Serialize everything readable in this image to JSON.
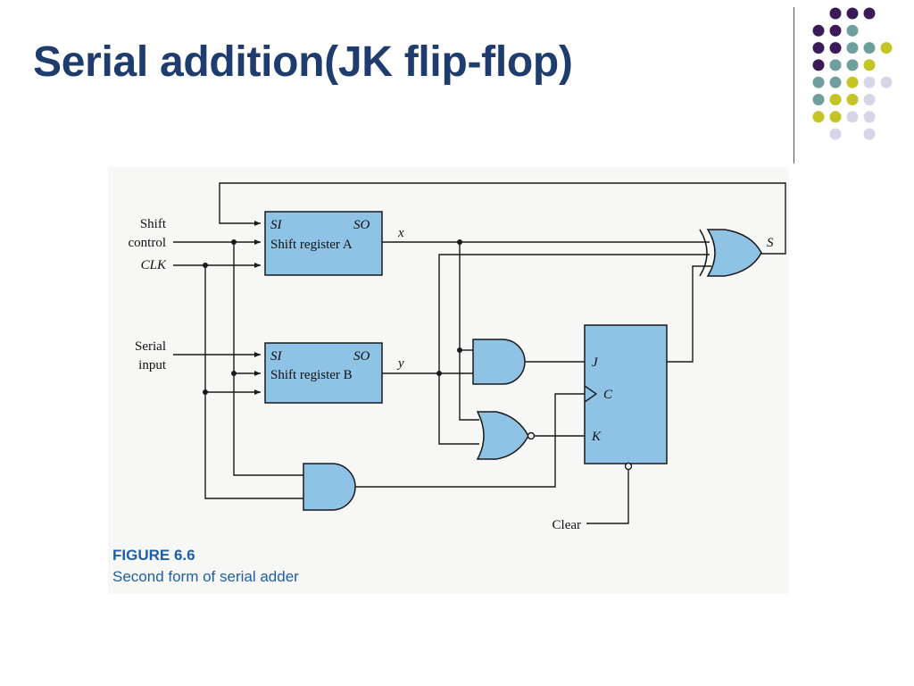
{
  "slide": {
    "title": "Serial addition(JK flip-flop)"
  },
  "decoration": {
    "colors": [
      "#3b1a5a",
      "#6e9f9c",
      "#c4c424",
      "#d6d6e8"
    ]
  },
  "diagram": {
    "inputs": {
      "shift_line1": "Shift",
      "shift_line2": "control",
      "clk": "CLK",
      "serial_line1": "Serial",
      "serial_line2": "input",
      "clear": "Clear"
    },
    "register_a": {
      "si": "SI",
      "so": "SO",
      "label": "Shift register A"
    },
    "register_b": {
      "si": "SI",
      "so": "SO",
      "label": "Shift register B"
    },
    "signals": {
      "x": "x",
      "y": "y",
      "s": "S"
    },
    "flip_flop": {
      "j": "J",
      "c": "C",
      "k": "K"
    },
    "colors": {
      "block_fill": "#8fc3e6",
      "wire": "#1a1a1a"
    }
  },
  "caption": {
    "figure": "FIGURE 6.6",
    "description": "Second form of serial adder"
  }
}
